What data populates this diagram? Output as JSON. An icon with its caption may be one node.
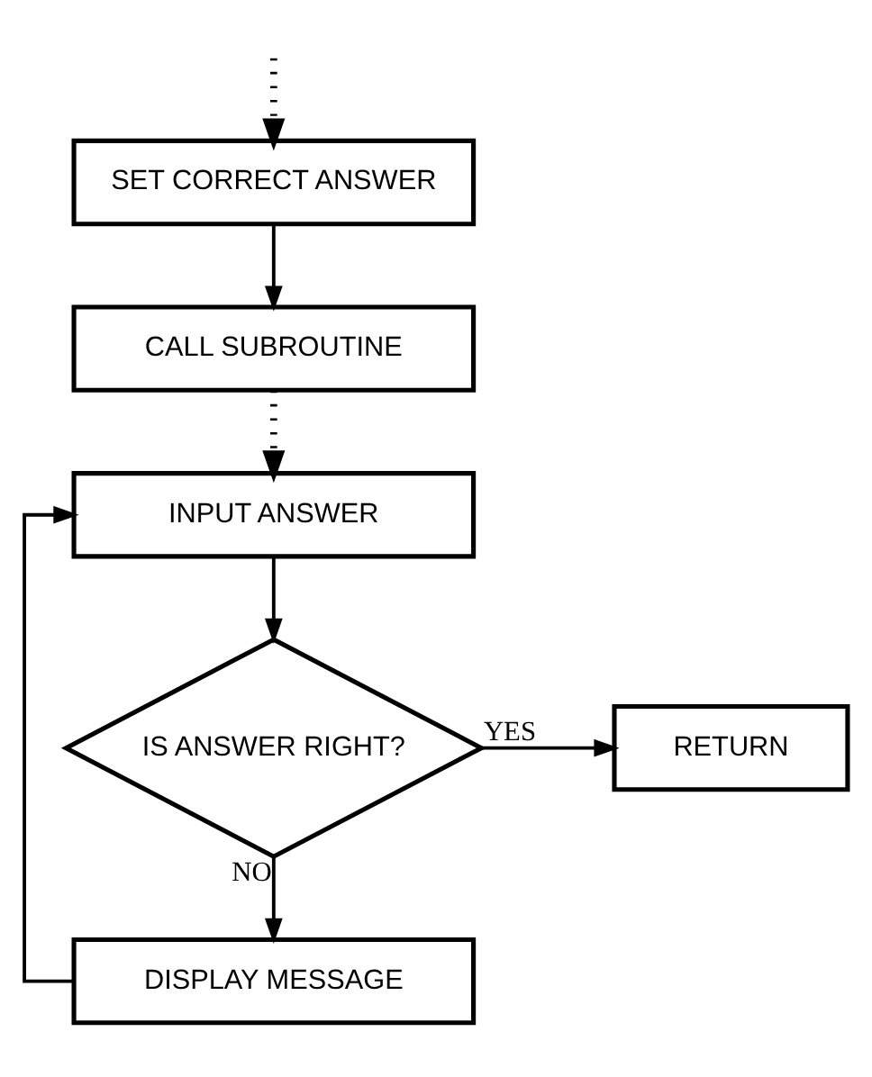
{
  "diagram": {
    "nodes": [
      {
        "text": [
          "SET CORRECT ANSWER"
        ]
      },
      {
        "text": [
          "CALL SUBROUTINE"
        ]
      },
      {
        "text": [
          "INPUT ANSWER"
        ]
      },
      {
        "text": [
          "IS ANSWER RIGHT?"
        ]
      },
      {
        "text": [
          "RETURN"
        ]
      },
      {
        "text": [
          "DISPLAY MESSAGE"
        ]
      }
    ],
    "edges": [
      {
        "from": null,
        "to": 0,
        "arrow": "to",
        "style": "dashed"
      },
      {
        "from": 0,
        "to": 1,
        "arrow": "to"
      },
      {
        "from": 1,
        "to": 2,
        "arrow": "to",
        "style": "dashed"
      },
      {
        "from": 2,
        "to": 3,
        "arrow": "to"
      },
      {
        "from": 3,
        "to": 4,
        "arrow": "to",
        "label": "YES"
      },
      {
        "from": 3,
        "to": 5,
        "arrow": "to",
        "label": "NO"
      },
      {
        "from": 5,
        "to": 2,
        "arrow": "to"
      }
    ]
  }
}
